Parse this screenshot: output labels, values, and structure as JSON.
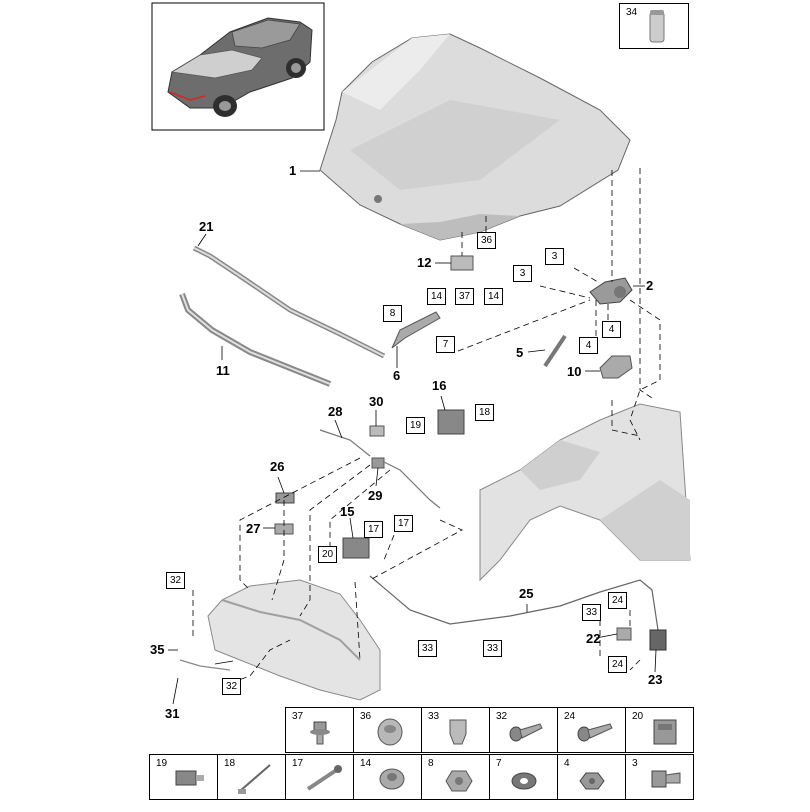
{
  "callouts": [
    {
      "id": "1",
      "text": "1"
    },
    {
      "id": "2",
      "text": "2"
    },
    {
      "id": "5",
      "text": "5"
    },
    {
      "id": "6",
      "text": "6"
    },
    {
      "id": "10",
      "text": "10"
    },
    {
      "id": "11",
      "text": "11"
    },
    {
      "id": "12",
      "text": "12"
    },
    {
      "id": "15",
      "text": "15"
    },
    {
      "id": "16",
      "text": "16"
    },
    {
      "id": "21",
      "text": "21"
    },
    {
      "id": "22",
      "text": "22"
    },
    {
      "id": "23",
      "text": "23"
    },
    {
      "id": "25",
      "text": "25"
    },
    {
      "id": "26",
      "text": "26"
    },
    {
      "id": "27",
      "text": "27"
    },
    {
      "id": "28",
      "text": "28"
    },
    {
      "id": "29",
      "text": "29"
    },
    {
      "id": "30",
      "text": "30"
    },
    {
      "id": "31",
      "text": "31"
    },
    {
      "id": "35",
      "text": "35"
    }
  ],
  "boxed_callouts": [
    "36",
    "14",
    "37",
    "14",
    "3",
    "3",
    "4",
    "4",
    "8",
    "7",
    "18",
    "19",
    "17",
    "17",
    "20",
    "32",
    "32",
    "33",
    "33",
    "33",
    "24",
    "24"
  ],
  "inset_callout": "34",
  "legend": [
    "37",
    "36",
    "33",
    "32",
    "24",
    "20",
    "19",
    "18",
    "17",
    "14",
    "8",
    "7",
    "4",
    "3"
  ]
}
